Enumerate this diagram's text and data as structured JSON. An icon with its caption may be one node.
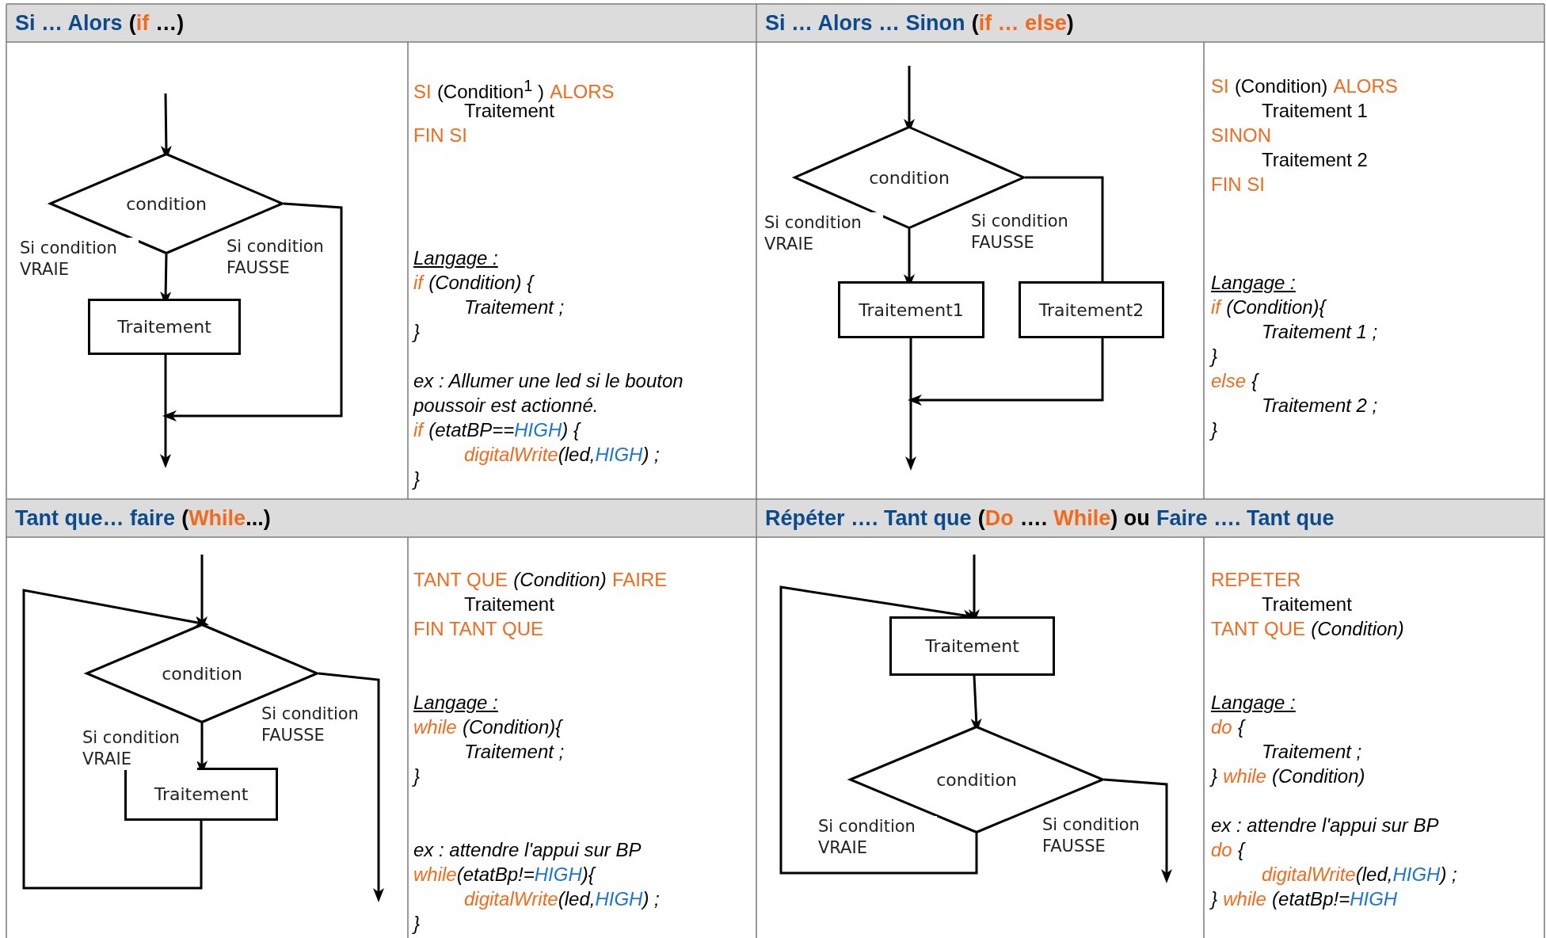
{
  "diagram": {
    "nodes": [
      {
        "text": [
          "condition"
        ]
      },
      {
        "text": [
          "Traitement"
        ]
      },
      {
        "text": [
          "condition"
        ]
      },
      {
        "text": [
          "Traitement1"
        ]
      },
      {
        "text": [
          "Traitement2"
        ]
      },
      {
        "text": [
          "condition"
        ]
      },
      {
        "text": [
          "Traitement"
        ]
      },
      {
        "text": [
          "Traitement"
        ]
      },
      {
        "text": [
          "condition"
        ]
      }
    ],
    "edges": [
      {
        "from": null,
        "to": 0,
        "arrow": "to"
      },
      {
        "from": 0,
        "to": 1,
        "arrow": "to",
        "label": "Si condition VRAIE"
      },
      {
        "from": 1,
        "to": null,
        "arrow": "to"
      },
      {
        "from": 0,
        "to": null,
        "arrow": "to",
        "label": "Si condition FAUSSE"
      },
      {
        "from": null,
        "to": 2,
        "arrow": "to"
      },
      {
        "from": 2,
        "to": 3,
        "arrow": "to",
        "label": "Si condition VRAIE"
      },
      {
        "from": 2,
        "to": 4,
        "arrow": "none",
        "label": "Si condition FAUSSE"
      },
      {
        "from": 3,
        "to": null,
        "arrow": "to"
      },
      {
        "from": 4,
        "to": null,
        "arrow": "to"
      },
      {
        "from": null,
        "to": 5,
        "arrow": "to"
      },
      {
        "from": 5,
        "to": 6,
        "arrow": "to",
        "label": "Si condition VRAIE"
      },
      {
        "from": 6,
        "to": 5,
        "arrow": "to"
      },
      {
        "from": 5,
        "to": null,
        "arrow": "to",
        "label": "Si condition FAUSSE"
      },
      {
        "from": null,
        "to": 7,
        "arrow": "to"
      },
      {
        "from": 7,
        "to": 8,
        "arrow": "to"
      },
      {
        "from": 8,
        "to": 7,
        "arrow": "to",
        "label": "Si condition VRAIE"
      },
      {
        "from": 8,
        "to": null,
        "arrow": "to",
        "label": "Si condition FAUSSE"
      }
    ],
    "labels": [
      "Si … Alors",
      "(",
      "if",
      "…)",
      "SI",
      "(Condition$^{1}$ )",
      "ALORS",
      "Traitement",
      "FIN SI",
      "Langage :",
      "if",
      "(Condition) {",
      "Traitement ;",
      "}",
      "ex : Allumer une led si le bouton poussoir est actionné.",
      "if",
      "(etatBP==",
      "HIGH",
      ") {",
      "digitalWrite",
      "(led,",
      "HIGH",
      ") ;",
      "}",
      "Si … Alors … Sinon",
      "(",
      "if … else",
      ")",
      "SI",
      "(Condition)",
      "ALORS",
      "Traitement 1",
      "SINON",
      "Traitement 2",
      "FIN SI",
      "Langage :",
      "if",
      "(Condition){",
      "Traitement 1 ;",
      "}",
      "else",
      "{",
      "Traitement 2 ;",
      "}",
      "Tant que… faire",
      "(",
      "While",
      "...)",
      "TANT QUE",
      "(Condition)",
      "FAIRE",
      "Traitement",
      "FIN TANT QUE",
      "Langage :",
      "while",
      "(Condition){",
      "Traitement ;",
      "}",
      "ex : attendre l'appui sur BP",
      "while",
      "(etatBp!=",
      "HIGH",
      "){",
      "digitalWrite",
      "(led,",
      "HIGH",
      ") ;",
      "}",
      "Répéter …. Tant que",
      "(",
      "Do",
      "….",
      "While",
      ") ou",
      "Faire …. Tant que",
      "REPETER",
      "Traitement",
      "TANT QUE",
      "(Condition)",
      "Langage :",
      "do",
      "{",
      "Traitement ;",
      "}",
      "while",
      "(Condition)",
      "ex : attendre l'appui sur BP",
      "do",
      "{",
      "digitalWrite",
      "(led,",
      "HIGH",
      ") ;",
      "}",
      "while",
      "(etatBp!=",
      "HIGH"
    ]
  }
}
